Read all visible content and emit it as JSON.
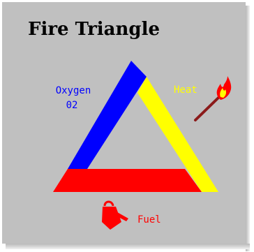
{
  "title": "Fire Triangle",
  "sides": {
    "oxygen": {
      "label": "Oxygen",
      "formula": "02",
      "color": "#0000ff"
    },
    "heat": {
      "label": "Heat",
      "color": "#ffff00"
    },
    "fuel": {
      "label": "Fuel",
      "color": "#ff0000"
    }
  },
  "icons": {
    "heat": "match-flame-icon",
    "fuel": "gas-can-icon"
  },
  "colors": {
    "background": "#c0c0c0",
    "match_stick": "#8b1a1a"
  }
}
